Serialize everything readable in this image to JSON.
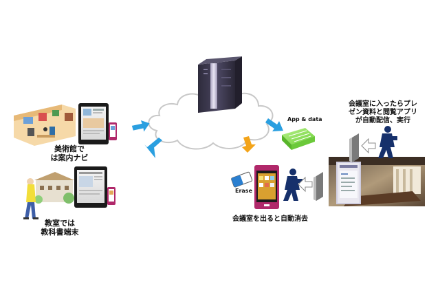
{
  "labels": {
    "museum": [
      "美術館で",
      "は案内ナビ"
    ],
    "classroom": [
      "教室では",
      "教科書端末"
    ],
    "auto_erase": "会議室を出ると自動消去",
    "auto_deliver": [
      "会議室に入ったらプレ",
      "ゼン資料と閲覧アプリ",
      "が自動配信、実行"
    ],
    "app_data": "App & data",
    "erase": "Erase"
  },
  "colors": {
    "arrow_blue": "#2a9fe0",
    "arrow_orange": "#f3a41a",
    "package_green": "#8fe35a",
    "server_body": "#3d3a4e",
    "phone_frame": "#b0286a",
    "person_navy": "#16306b",
    "cloud_edge": "#c8c8c8"
  },
  "icons": [
    "cloud-icon",
    "server-icon",
    "tablet-icon",
    "smartphone-icon",
    "app-data-package-icon",
    "eraser-icon",
    "walking-person-icon",
    "door-icon",
    "meeting-room-photo",
    "museum-illustration",
    "school-student-illustration"
  ]
}
